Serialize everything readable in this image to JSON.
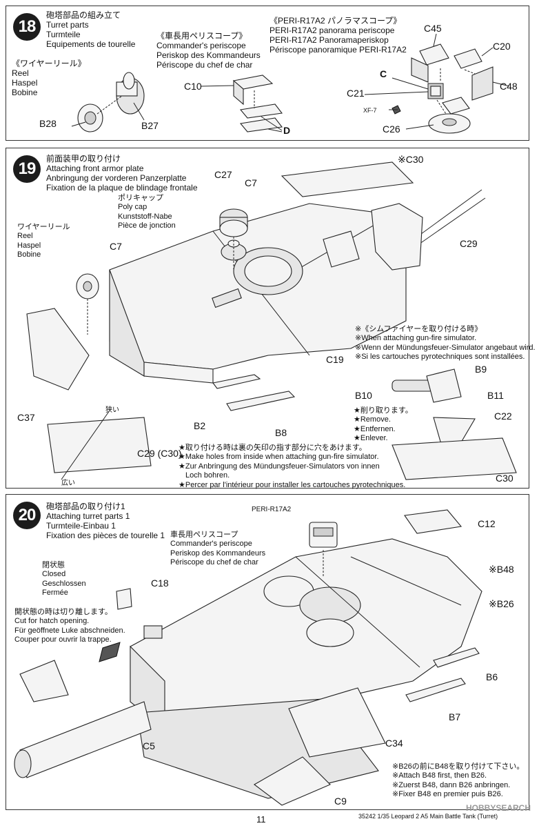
{
  "step18": {
    "number": "18",
    "title": [
      "砲塔部品の組み立て",
      "Turret parts",
      "Turmteile",
      "Equipements de tourelle"
    ],
    "reel": [
      "《ワイヤーリール》",
      "Reel",
      "Haspel",
      "Bobine"
    ],
    "commander": [
      "《車長用ペリスコープ》",
      "Commander's periscope",
      "Periskop des Kommandeurs",
      "Périscope du chef de char"
    ],
    "peri": [
      "《PERI-R17A2 パノラマスコープ》",
      "PERI-R17A2 panorama periscope",
      "PERI-R17A2 Panoramaperiskop",
      "Périscope panoramique PERI-R17A2"
    ],
    "labels": {
      "b28": "B28",
      "b27": "B27",
      "c10": "C10",
      "d": "D",
      "c45": "C45",
      "c20": "C20",
      "c": "C",
      "c21": "C21",
      "c48": "C48",
      "xf7": "XF-7",
      "c26": "C26"
    }
  },
  "step19": {
    "number": "19",
    "title": [
      "前面装甲の取り付け",
      "Attaching front armor plate",
      "Anbringung der vorderen Panzerplatte",
      "Fixation de la plaque de blindage frontale"
    ],
    "polycap": [
      "ポリキャップ",
      "Poly cap",
      "Kunststoff-Nabe",
      "Pièce de jonction"
    ],
    "reel": [
      "ワイヤーリール",
      "Reel",
      "Haspel",
      "Bobine"
    ],
    "simulator": [
      "※《シムファイヤーを取り付ける時》",
      "※When attaching gun-fire simulator.",
      "※Wenn der Mündungsfeuer-Simulator angebaut wird.",
      "※Si les cartouches pyrotechniques sont installées."
    ],
    "remove": [
      "★削り取ります。",
      "★Remove.",
      "★Entfernen.",
      "★Enlever."
    ],
    "holes": [
      "★取り付ける時は裏の矢印の指す部分に穴をあけます。",
      "★Make holes from inside when attaching gun-fire simulator.",
      "★Zur Anbringung des Mündungsfeuer-Simulators von innen",
      "Loch bohren.",
      "★Percer par l'intérieur pour installer les cartouches pyrotechniques."
    ],
    "narrow": "狭い",
    "wide": "広い",
    "labels": {
      "c30": "※C30",
      "c27": "C27",
      "c7a": "C7",
      "c7b": "C7",
      "c29": "C29",
      "c19": "C19",
      "b2": "B2",
      "b8": "B8",
      "c37": "C37",
      "c29c30": "C29 (C30)",
      "b9": "B9",
      "b10": "B10",
      "b11": "B11",
      "c22": "C22",
      "c30b": "C30"
    }
  },
  "step20": {
    "number": "20",
    "title": [
      "砲塔部品の取り付け1",
      "Attaching turret parts 1",
      "Turmteile-Einbau 1",
      "Fixation des pièces de tourelle 1"
    ],
    "peri": "PERI-R17A2",
    "commander": [
      "車長用ペリスコープ",
      "Commander's periscope",
      "Periskop des Kommandeurs",
      "Périscope du chef de char"
    ],
    "closed": [
      "閉状態",
      "Closed",
      "Geschlossen",
      "Fermée"
    ],
    "open": [
      "開状態の時は切り離します。",
      "Cut for hatch opening.",
      "Für geöffnete Luke abschneiden.",
      "Couper pour ouvrir la trappe."
    ],
    "note": [
      "※B26の前にB48を取り付けて下さい。",
      "※Attach B48 first, then B26.",
      "※Zuerst B48, dann B26 anbringen.",
      "※Fixer B48 en premier puis B26."
    ],
    "labels": {
      "c12": "C12",
      "b48": "※B48",
      "c18": "C18",
      "b26": "※B26",
      "b6": "B6",
      "b7": "B7",
      "c34": "C34",
      "c5": "C5",
      "c9": "C9"
    }
  },
  "footer": {
    "page": "11",
    "product": "35242  1/35 Leopard 2 A5 Main Battle Tank (Turret)",
    "watermark": "HOBBYSEARCH"
  }
}
